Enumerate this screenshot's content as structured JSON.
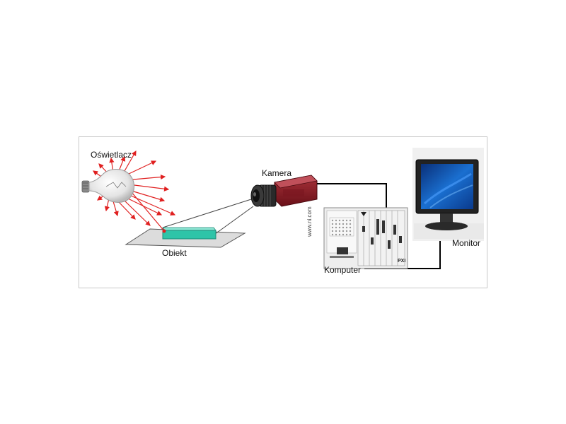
{
  "labels": {
    "illuminator": "Oświetlacz",
    "camera": "Kamera",
    "object": "Obiekt",
    "computer": "Komputer",
    "monitor": "Monitor"
  },
  "computer_text": {
    "vertical_url": "www.ni.com",
    "model": "PXI"
  },
  "colors": {
    "rays": "#e02020",
    "camera_body": "#8c1a22",
    "object_bar": "#2ec4a8",
    "cable": "#000000",
    "monitor_screen": "#1a5fb8"
  }
}
